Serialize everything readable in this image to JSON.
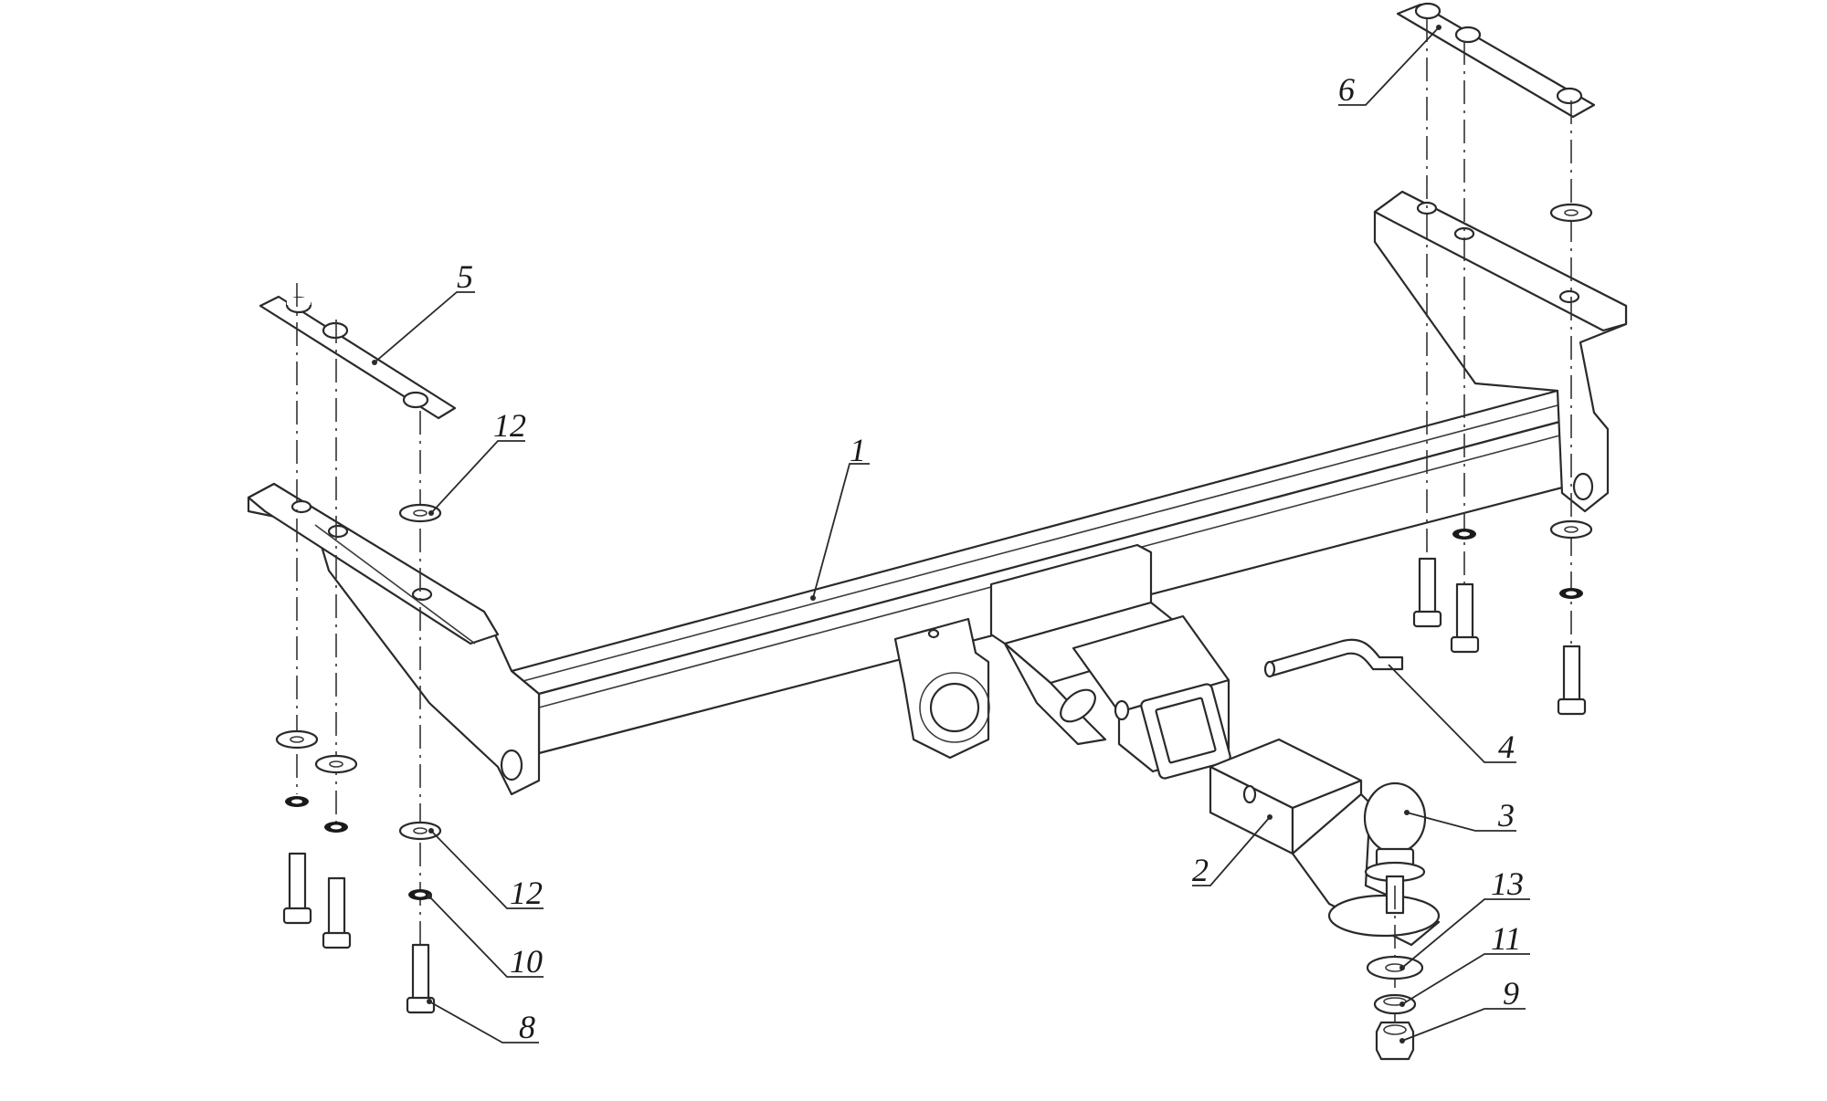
{
  "callouts": [
    {
      "id": "c1",
      "label": "1"
    },
    {
      "id": "c2",
      "label": "2"
    },
    {
      "id": "c3",
      "label": "3"
    },
    {
      "id": "c4",
      "label": "4"
    },
    {
      "id": "c5",
      "label": "5"
    },
    {
      "id": "c6",
      "label": "6"
    },
    {
      "id": "c8",
      "label": "8"
    },
    {
      "id": "c9",
      "label": "9"
    },
    {
      "id": "c10",
      "label": "10"
    },
    {
      "id": "c11",
      "label": "11"
    },
    {
      "id": "c12a",
      "label": "12"
    },
    {
      "id": "c12b",
      "label": "12"
    },
    {
      "id": "c13",
      "label": "13"
    }
  ]
}
